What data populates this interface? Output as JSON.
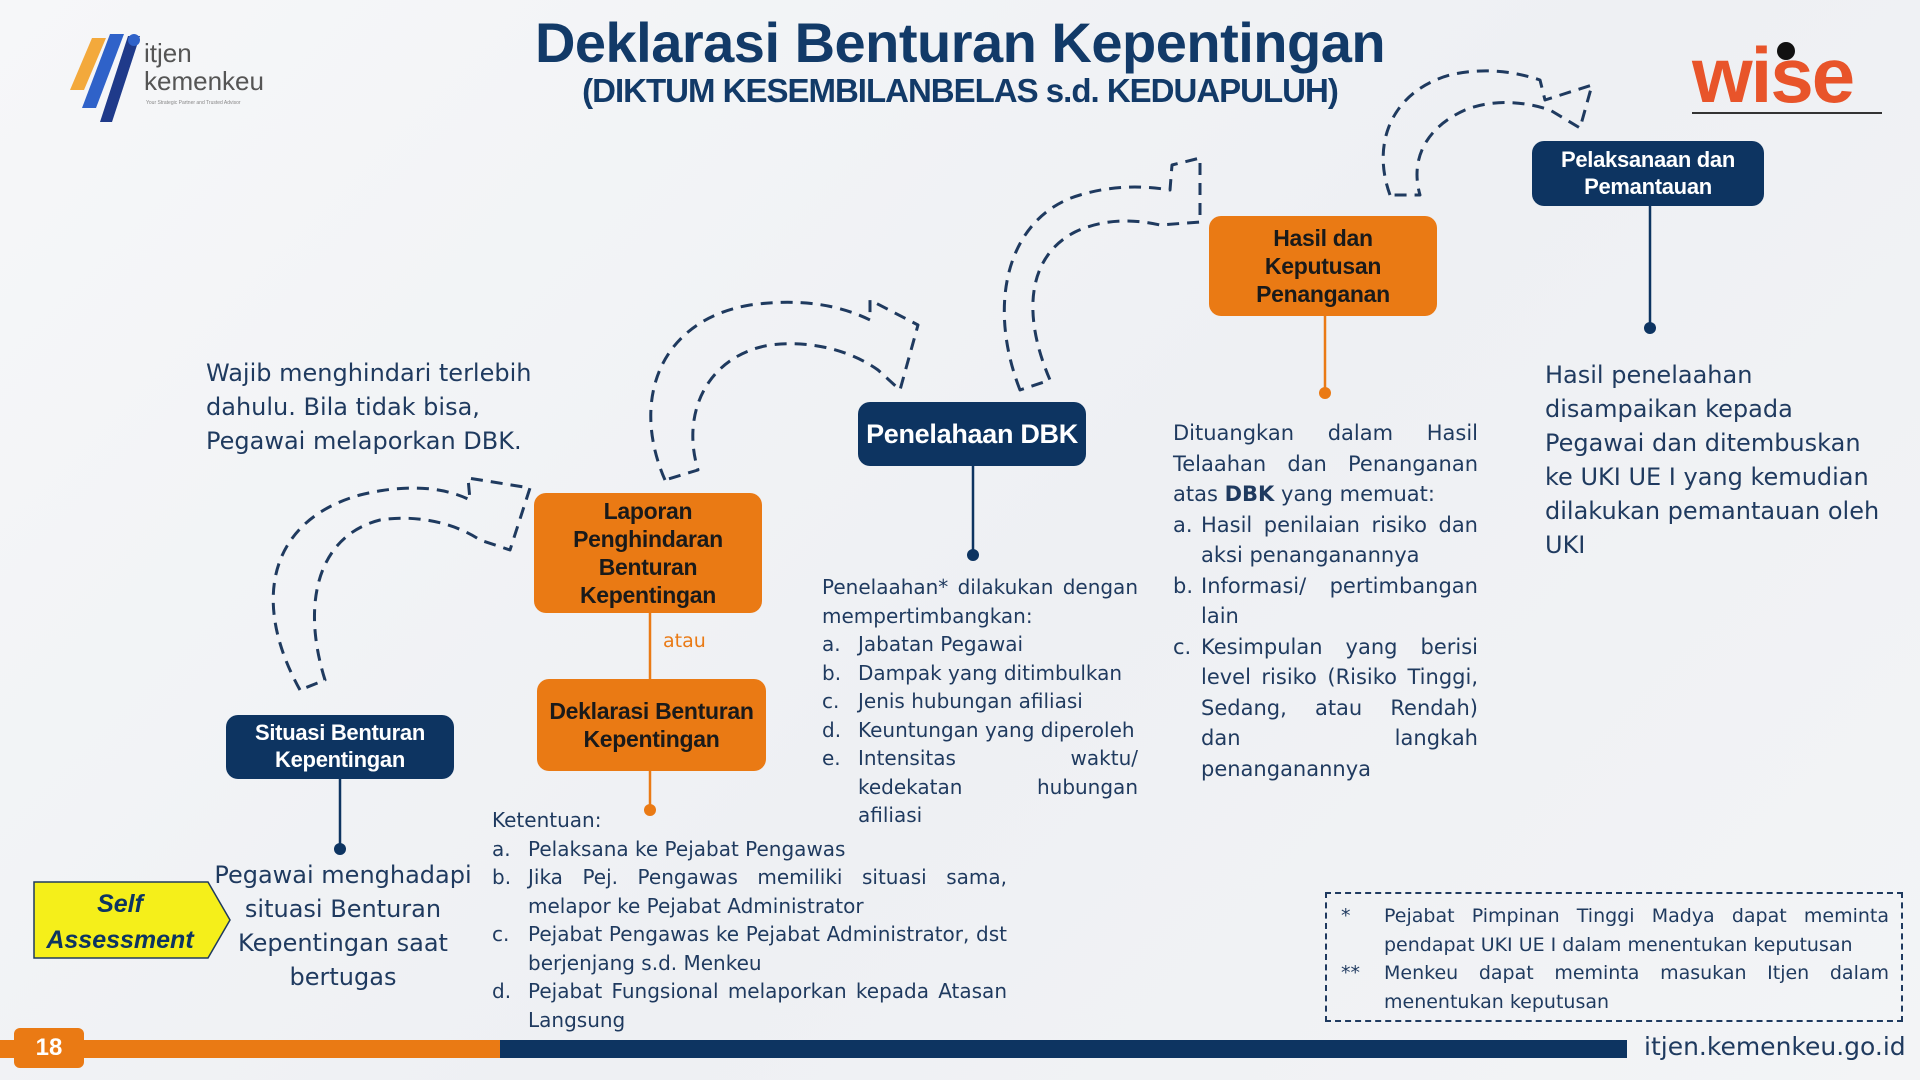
{
  "header": {
    "title": "Deklarasi Benturan Kepentingan",
    "subtitle": "(DIKTUM KESEMBILANBELAS s.d. KEDUAPULUH)"
  },
  "logos": {
    "left": {
      "line1": "itjen",
      "line2": "kemenkeu",
      "tagline": "Your Strategic Partner and Trusted Advisor"
    },
    "right": {
      "word": "wise"
    }
  },
  "boxes": {
    "situasi": "Situasi Benturan Kepentingan",
    "laporan": "Laporan Penghindaran Benturan Kepentingan",
    "deklarasi": "Deklarasi Benturan Kepentingan",
    "penelahaan": "Penelahaan DBK",
    "hasil": "Hasil dan Keputusan Penanganan",
    "pelaksanaan": "Pelaksanaan dan Pemantauan"
  },
  "texts": {
    "intro": "Wajib menghindari terlebih dahulu. Bila tidak bisa, Pegawai melaporkan DBK.",
    "pegawai": "Pegawai menghadapi situasi Benturan Kepentingan saat bertugas",
    "atau": "atau",
    "self_assessment": "Self Assessment",
    "pelaksanaan_desc": "Hasil penelaahan disampaikan kepada Pegawai dan ditembuskan ke UKI UE I yang kemudian dilakukan pemantauan oleh UKI"
  },
  "ketentuan": {
    "heading": "Ketentuan:",
    "items": [
      {
        "letter": "a.",
        "text": "Pelaksana ke Pejabat Pengawas"
      },
      {
        "letter": "b.",
        "text": "Jika Pej. Pengawas memiliki situasi sama, melapor ke Pejabat Administrator"
      },
      {
        "letter": "c.",
        "text": "Pejabat Pengawas ke Pejabat Administrator, dst berjenjang s.d. Menkeu"
      },
      {
        "letter": "d.",
        "text": "Pejabat Fungsional melaporkan kepada Atasan Langsung"
      }
    ]
  },
  "penelaahan": {
    "heading": "Penelaahan* dilakukan dengan mempertimbangkan:",
    "items": [
      {
        "letter": "a.",
        "text": "Jabatan Pegawai"
      },
      {
        "letter": "b.",
        "text": "Dampak yang ditimbulkan"
      },
      {
        "letter": "c.",
        "text": "Jenis hubungan afiliasi"
      },
      {
        "letter": "d.",
        "text": "Keuntungan yang diperoleh"
      },
      {
        "letter": "e.",
        "text": "Intensitas waktu/ kedekatan hubungan afiliasi"
      }
    ]
  },
  "hasil": {
    "heading_pre": "Dituangkan dalam Hasil Telaahan dan Penanganan atas",
    "heading_bold": "DBK",
    "heading_post": "yang memuat:",
    "items": [
      {
        "letter": "a.",
        "text": "Hasil penilaian risiko dan aksi penanganannya"
      },
      {
        "letter": "b.",
        "text": "Informasi/ pertimbangan lain"
      },
      {
        "letter": "c.",
        "text": "Kesimpulan yang berisi level risiko (Risiko Tinggi, Sedang, atau Rendah) dan langkah penanganannya"
      }
    ]
  },
  "notes": [
    {
      "mark": "*",
      "text": "Pejabat Pimpinan Tinggi Madya dapat meminta pendapat UKI UE I dalam menentukan keputusan"
    },
    {
      "mark": "**",
      "text": "Menkeu dapat meminta masukan Itjen dalam menentukan keputusan"
    }
  ],
  "footer": {
    "page_number": "18",
    "url": "itjen.kemenkeu.go.id"
  },
  "colors": {
    "navy": "#0d3461",
    "orange": "#ea7a14",
    "text": "#1f3a5f",
    "yellow": "#f5ef1a"
  }
}
